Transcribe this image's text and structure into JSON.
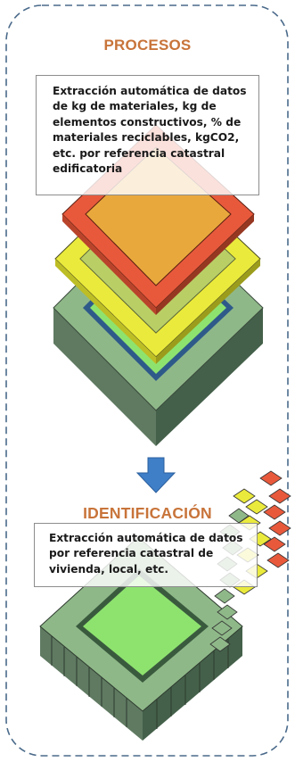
{
  "sections": {
    "procesos": {
      "heading": "PROCESOS",
      "description": "Extracción automática de datos\nde kg de materiales, kg de\nelementos constructivos, % de\nmateriales reciclables, kgCO2,\netc. por referencia catastral\nedificatoria"
    },
    "identificacion": {
      "heading": "IDENTIFICACIÓN",
      "description": "Extracción automática de datos\npor referencia catastral de\nvivienda, local, etc."
    }
  },
  "colors": {
    "heading": "#c8743a",
    "frame_border": "#4a6a8a",
    "red_ring": "#e8593c",
    "yellow_ring": "#eaea3c",
    "green_block": "#8fb889",
    "courtyard": "#8ee36f",
    "arrow": "#3f7fc8"
  }
}
